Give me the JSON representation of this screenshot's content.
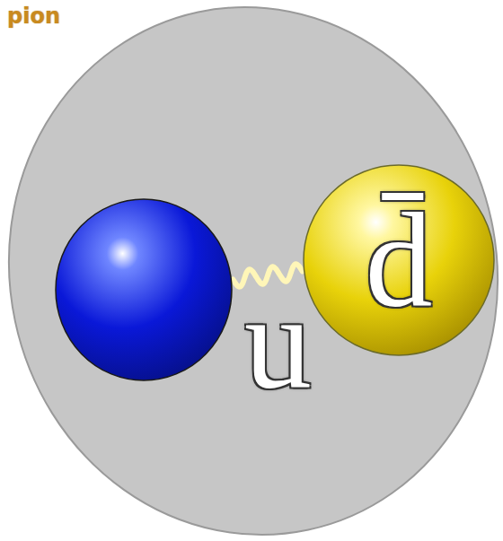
{
  "diagram": {
    "nodes": [
      {
        "text": [
          "pion"
        ]
      },
      {
        "text": [
          "u"
        ],
        "in": 0
      },
      {
        "text": [
          "d̄"
        ],
        "in": 0
      }
    ],
    "edges": [
      {
        "from": 1,
        "to": 2,
        "arrow": "none"
      }
    ]
  }
}
